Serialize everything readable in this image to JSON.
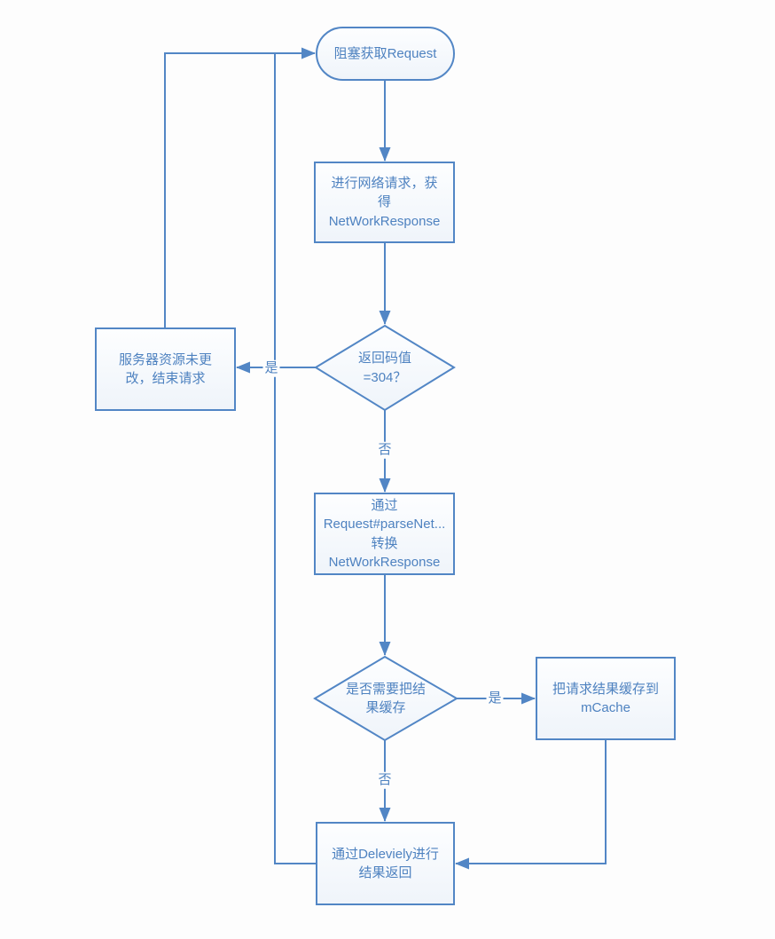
{
  "diagram": {
    "type": "flowchart",
    "colors": {
      "line": "#5286c5",
      "text": "#4e82c0",
      "shape_fill_top": "#fdfeff",
      "shape_fill_bottom": "#eff4fa",
      "background": "#fdfdfd"
    },
    "nodes": {
      "start": {
        "shape": "terminator",
        "label": "阻塞获取Request"
      },
      "net_request": {
        "shape": "process",
        "label": "进行网络请求，获\n得\nNetWorkResponse"
      },
      "code_check": {
        "shape": "decision",
        "label": "返回码值\n=304？"
      },
      "server_unchanged": {
        "shape": "process",
        "label": "服务器资源未更\n改，结束请求"
      },
      "parse_response": {
        "shape": "process",
        "label": "通过\nRequest#parseNet...\n转换\nNetWorkResponse"
      },
      "cache_check": {
        "shape": "decision",
        "label": "是否需要把结\n果缓存"
      },
      "cache_result": {
        "shape": "process",
        "label": "把请求结果缓存到\nmCache"
      },
      "deliver_result": {
        "shape": "process",
        "label": "通过Deleviely进行\n结果返回"
      }
    },
    "edge_labels": {
      "code_yes": "是",
      "code_no": "否",
      "cache_yes": "是",
      "cache_no": "否"
    }
  }
}
